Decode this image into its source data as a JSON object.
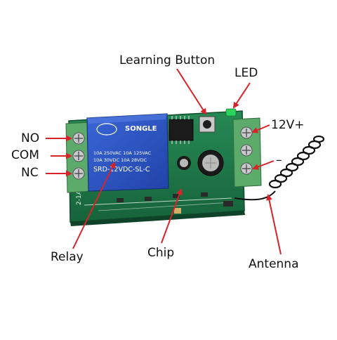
{
  "labels": {
    "learning_button": "Learning Button",
    "led": "LED",
    "power_positive": "12V+",
    "power_negative": "–",
    "no": "NO",
    "com": "COM",
    "nc": "NC",
    "relay": "Relay",
    "chip": "Chip",
    "antenna": "Antenna"
  },
  "relay_markings": {
    "brand": "SONGLE",
    "line1": "10A 250VAC  10A 125VAC",
    "line2": "10A  30VDC  10A  28VDC",
    "model": "SRD-12VDC-SL-C"
  },
  "silkscreen": "2-1A",
  "colors": {
    "arrow": "#d8232a",
    "pcb": "#1f7a4a",
    "relay": "#2b54c9",
    "terminal": "#5cab6b"
  }
}
